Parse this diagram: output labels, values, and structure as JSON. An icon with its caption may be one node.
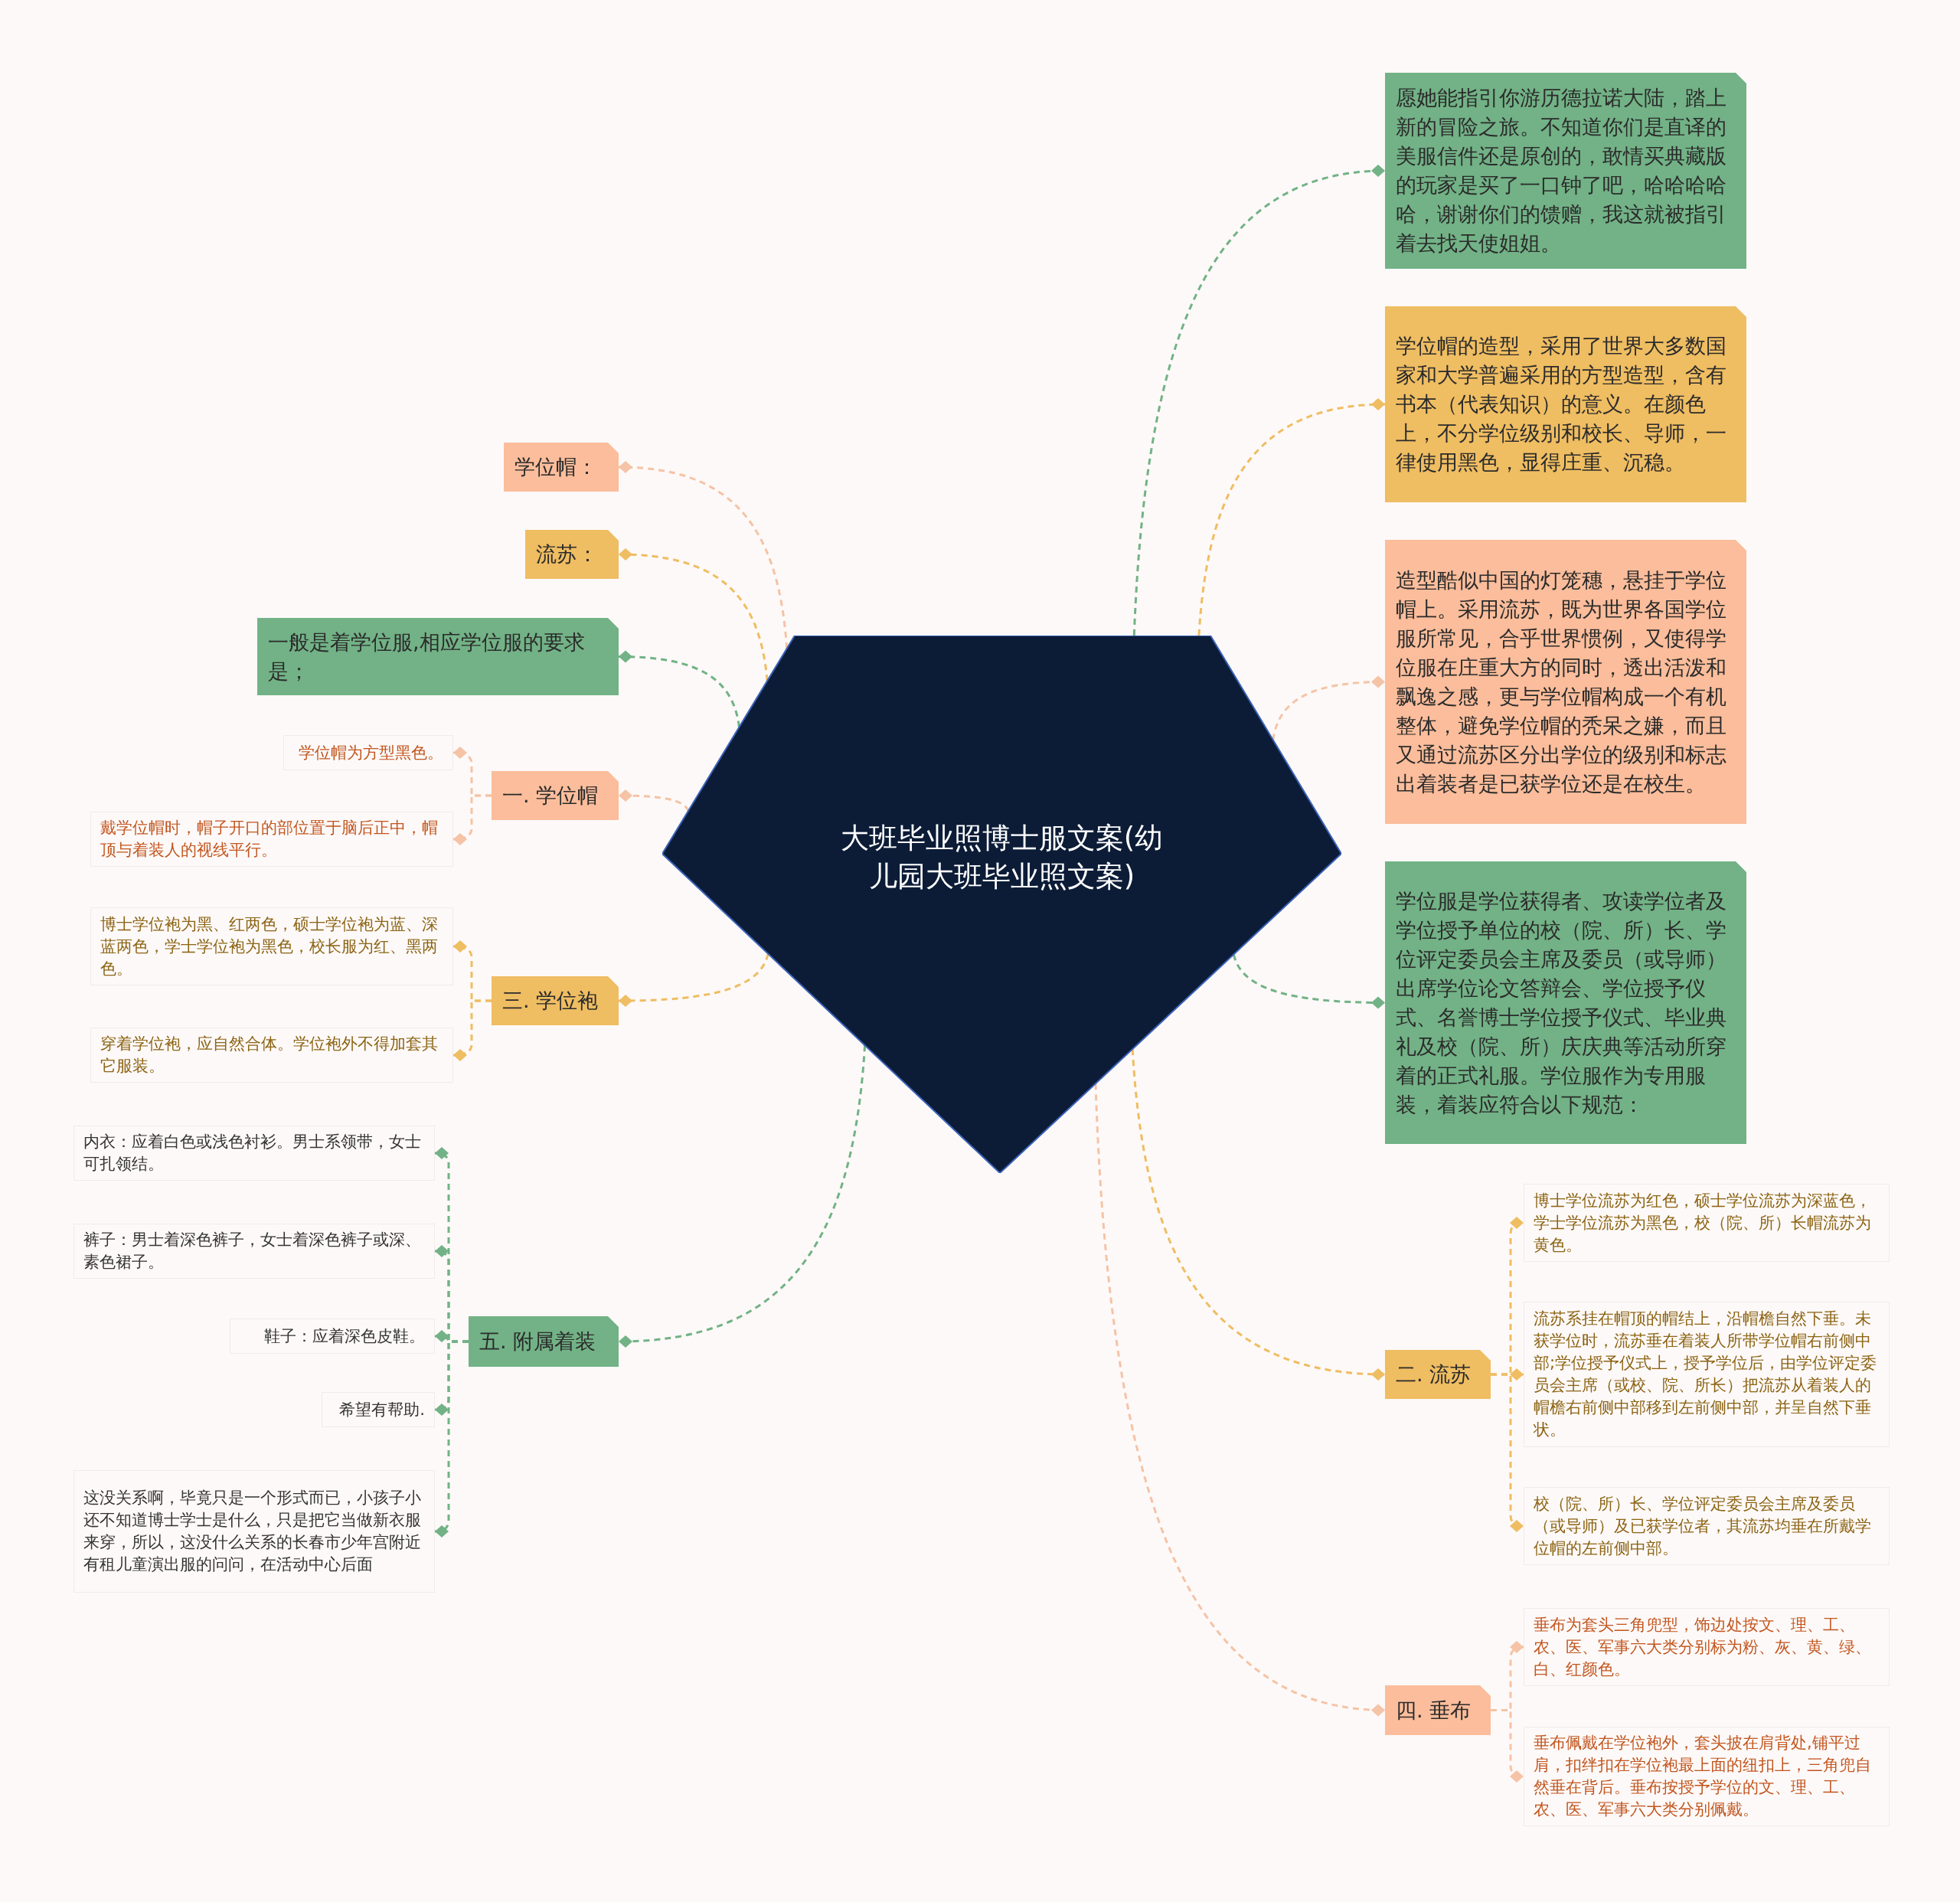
{
  "diagram": {
    "nodes": [
      {
        "text": [
          "大班毕业照博士服文案(幼儿园大班毕业照文案)"
        ]
      },
      {
        "text": [
          "学位帽："
        ]
      },
      {
        "text": [
          "流苏："
        ]
      },
      {
        "text": [
          "一般是着学位服,相应学位服的要求是；"
        ]
      },
      {
        "text": [
          "一. 学位帽"
        ]
      },
      {
        "text": [
          "学位帽为方型黑色。"
        ]
      },
      {
        "text": [
          "戴学位帽时，帽子开口的部位置于脑后正中，帽顶与着装人的视线平行。"
        ]
      },
      {
        "text": [
          "三. 学位袍"
        ]
      },
      {
        "text": [
          "博士学位袍为黑、红两色，硕士学位袍为蓝、深蓝两色，学士学位袍为黑色，校长服为红、黑两色。"
        ]
      },
      {
        "text": [
          "穿着学位袍，应自然合体。学位袍外不得加套其它服装。"
        ]
      },
      {
        "text": [
          "五. 附属着装"
        ]
      },
      {
        "text": [
          "内衣：应着白色或浅色衬衫。男士系领带，女士可扎领结。"
        ]
      },
      {
        "text": [
          "裤子：男士着深色裤子，女士着深色裤子或深、素色裙子。"
        ]
      },
      {
        "text": [
          "鞋子：应着深色皮鞋。"
        ]
      },
      {
        "text": [
          "希望有帮助."
        ]
      },
      {
        "text": [
          "这没关系啊，毕竟只是一个形式而已，小孩子小还不知道博士学士是什么，只是把它当做新衣服来穿，所以，这没什么关系的长春市少年宫附近有租儿童演出服的问问，在活动中心后面"
        ]
      },
      {
        "text": [
          "愿她能指引你游历德拉诺大陆，踏上新的冒险之旅。不知道你们是直译的美服信件还是原创的，敢情买典藏版的玩家是买了一口钟了吧，哈哈哈哈哈，谢谢你们的馈赠，我这就被指引着去找天使姐姐。"
        ]
      },
      {
        "text": [
          "学位帽的造型，采用了世界大多数国家和大学普遍采用的方型造型，含有书本（代表知识）的意义。在颜色上，不分学位级别和校长、导师，一律使用黑色，显得庄重、沉稳。"
        ]
      },
      {
        "text": [
          "造型酷似中国的灯笼穗，悬挂于学位帽上。采用流苏，既为世界各国学位服所常见，合乎世界惯例，又使得学位服在庄重大方的同时，透出活泼和飘逸之感，更与学位帽构成一个有机整体，避免学位帽的秃呆之嫌，而且又通过流苏区分出学位的级别和标志出着装者是已获学位还是在校生。"
        ]
      },
      {
        "text": [
          "学位服是学位获得者、攻读学位者及学位授予单位的校（院、所）长、学位评定委员会主席及委员（或导师）出席学位论文答辩会、学位授予仪式、名誉博士学位授予仪式、毕业典礼及校（院、所）庆庆典等活动所穿着的正式礼服。学位服作为专用服装，着装应符合以下规范："
        ]
      },
      {
        "text": [
          "二. 流苏"
        ]
      },
      {
        "text": [
          "博士学位流苏为红色，硕士学位流苏为深蓝色，学士学位流苏为黑色，校（院、所）长帽流苏为黄色。"
        ]
      },
      {
        "text": [
          "流苏系挂在帽顶的帽结上，沿帽檐自然下垂。未获学位时，流苏垂在着装人所带学位帽右前侧中部;学位授予仪式上，授予学位后，由学位评定委员会主席（或校、院、所长）把流苏从着装人的帽檐右前侧中部移到左前侧中部，并呈自然下垂状。"
        ]
      },
      {
        "text": [
          "校（院、所）长、学位评定委员会主席及委员（或导师）及已获学位者，其流苏均垂在所戴学位帽的左前侧中部。"
        ]
      },
      {
        "text": [
          "四. 垂布"
        ]
      },
      {
        "text": [
          "垂布为套头三角兜型，饰边处按文、理、工、农、医、军事六大类分别标为粉、灰、黄、绿、白、红颜色。"
        ]
      },
      {
        "text": [
          "垂布佩戴在学位袍外，套头披在肩背处,铺平过肩，扣绊扣在学位袍最上面的纽扣上，三角兜自然垂在背后。垂布按授予学位的文、理、工、农、医、军事六大类分别佩戴。"
        ]
      }
    ],
    "edges": [
      {
        "from": 0,
        "to": 1,
        "arrow": "other",
        "color": "#f5c3a6"
      },
      {
        "from": 0,
        "to": 2,
        "arrow": "other",
        "color": "#efbd62"
      },
      {
        "from": 0,
        "to": 3,
        "arrow": "other",
        "color": "#72b286"
      },
      {
        "from": 0,
        "to": 4,
        "arrow": "other",
        "color": "#f5c3a6"
      },
      {
        "from": 4,
        "to": 5,
        "arrow": "other",
        "color": "#f5c3a6"
      },
      {
        "from": 4,
        "to": 6,
        "arrow": "other",
        "color": "#f5c3a6"
      },
      {
        "from": 0,
        "to": 7,
        "arrow": "other",
        "color": "#efbd62"
      },
      {
        "from": 7,
        "to": 8,
        "arrow": "other",
        "color": "#efbd62"
      },
      {
        "from": 7,
        "to": 9,
        "arrow": "other",
        "color": "#efbd62"
      },
      {
        "from": 0,
        "to": 10,
        "arrow": "other",
        "color": "#72b286"
      },
      {
        "from": 10,
        "to": 11,
        "arrow": "other",
        "color": "#72b286"
      },
      {
        "from": 10,
        "to": 12,
        "arrow": "other",
        "color": "#72b286"
      },
      {
        "from": 10,
        "to": 13,
        "arrow": "other",
        "color": "#72b286"
      },
      {
        "from": 10,
        "to": 14,
        "arrow": "other",
        "color": "#72b286"
      },
      {
        "from": 10,
        "to": 15,
        "arrow": "other",
        "color": "#72b286"
      },
      {
        "from": 0,
        "to": 16,
        "arrow": "other",
        "color": "#72b286"
      },
      {
        "from": 0,
        "to": 17,
        "arrow": "other",
        "color": "#efbd62"
      },
      {
        "from": 0,
        "to": 18,
        "arrow": "other",
        "color": "#f5c3a6"
      },
      {
        "from": 0,
        "to": 19,
        "arrow": "other",
        "color": "#72b286"
      },
      {
        "from": 0,
        "to": 20,
        "arrow": "other",
        "color": "#efbd62"
      },
      {
        "from": 20,
        "to": 21,
        "arrow": "other",
        "color": "#efbd62"
      },
      {
        "from": 20,
        "to": 22,
        "arrow": "other",
        "color": "#efbd62"
      },
      {
        "from": 20,
        "to": 23,
        "arrow": "other",
        "color": "#efbd62"
      },
      {
        "from": 0,
        "to": 24,
        "arrow": "other",
        "color": "#f5c3a6"
      },
      {
        "from": 24,
        "to": 25,
        "arrow": "other",
        "color": "#f5c3a6"
      },
      {
        "from": 24,
        "to": 26,
        "arrow": "other",
        "color": "#f5c3a6"
      }
    ]
  }
}
